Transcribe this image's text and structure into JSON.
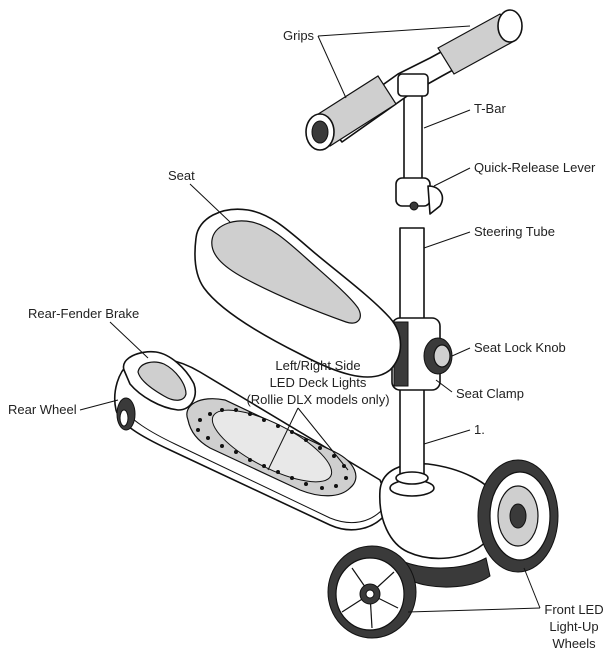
{
  "labels": {
    "grips": "Grips",
    "t_bar": "T-Bar",
    "quick_release_lever": "Quick-Release Lever",
    "seat": "Seat",
    "steering_tube": "Steering Tube",
    "rear_fender_brake": "Rear-Fender Brake",
    "seat_lock_knob": "Seat Lock Knob",
    "led_deck_lights_line1": "Left/Right Side",
    "led_deck_lights_line2": "LED Deck Lights",
    "led_deck_lights_line3": "(Rollie DLX models only)",
    "rear_wheel": "Rear Wheel",
    "seat_clamp": "Seat Clamp",
    "part_number": "1.",
    "front_wheels_line1": "Front LED",
    "front_wheels_line2": "Light-Up",
    "front_wheels_line3": "Wheels"
  },
  "colors": {
    "line": "#111111",
    "text": "#222222",
    "fill_light": "#cfcfcf",
    "fill_dark": "#3a3a3a"
  }
}
